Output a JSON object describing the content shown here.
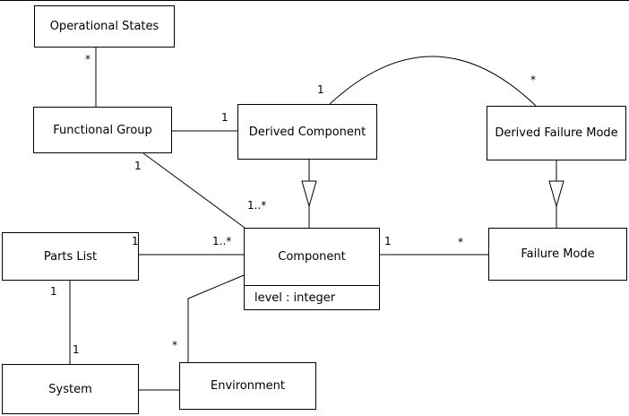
{
  "diagram": {
    "kind": "uml-class-diagram",
    "colors": {
      "line": "#000000",
      "background": "#ffffff",
      "text": "#000000"
    },
    "classes": {
      "operational_states": {
        "name": "Operational States"
      },
      "functional_group": {
        "name": "Functional Group"
      },
      "derived_component": {
        "name": "Derived Component"
      },
      "derived_failure_mode": {
        "name": "Derived Failure Mode"
      },
      "parts_list": {
        "name": "Parts List"
      },
      "component": {
        "name": "Component",
        "attribute": "level : integer"
      },
      "failure_mode": {
        "name": "Failure Mode"
      },
      "system": {
        "name": "System"
      },
      "environment": {
        "name": "Environment"
      }
    },
    "relationships": [
      {
        "from": "Operational States",
        "to": "Functional Group",
        "type": "association",
        "from_label": "*",
        "to_label": ""
      },
      {
        "from": "Functional Group",
        "to": "Derived Component",
        "type": "association",
        "from_label": "",
        "to_label": "1"
      },
      {
        "from": "Derived Component",
        "to": "Derived Failure Mode",
        "type": "association",
        "from_label": "1",
        "to_label": "*"
      },
      {
        "from": "Derived Component",
        "to": "Component",
        "type": "generalization",
        "from_label": "",
        "to_label": ""
      },
      {
        "from": "Derived Failure Mode",
        "to": "Failure Mode",
        "type": "generalization",
        "from_label": "",
        "to_label": ""
      },
      {
        "from": "Functional Group",
        "to": "Component",
        "type": "association",
        "from_label": "1",
        "to_label": "1..*"
      },
      {
        "from": "Parts List",
        "to": "Component",
        "type": "association",
        "from_label": "1",
        "to_label": "1..*"
      },
      {
        "from": "Component",
        "to": "Failure Mode",
        "type": "association",
        "from_label": "1",
        "to_label": "*"
      },
      {
        "from": "Parts List",
        "to": "System",
        "type": "association",
        "from_label": "1",
        "to_label": "1"
      },
      {
        "from": "Component",
        "to": "Environment",
        "type": "association",
        "from_label": "",
        "to_label": "*"
      },
      {
        "from": "System",
        "to": "Environment",
        "type": "association",
        "from_label": "",
        "to_label": ""
      }
    ]
  }
}
